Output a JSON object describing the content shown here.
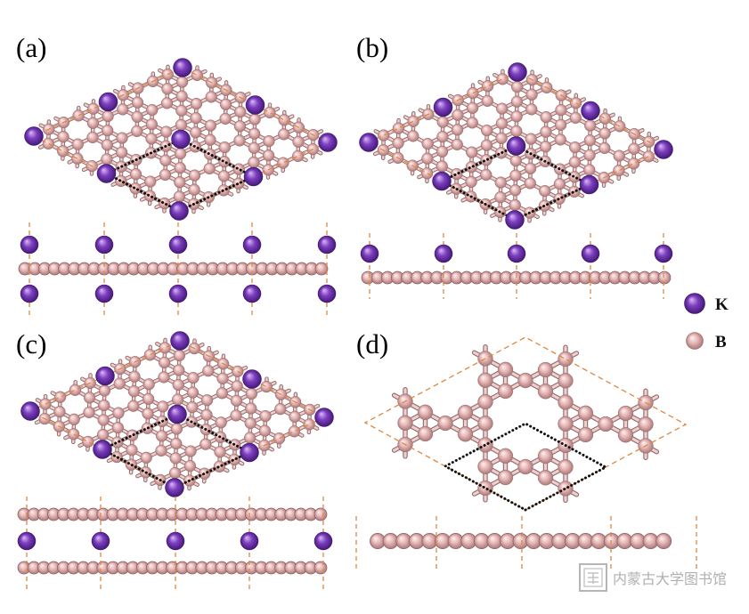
{
  "figure": {
    "panels": [
      {
        "label": "(a)"
      },
      {
        "label": "(b)"
      },
      {
        "label": "(c)"
      },
      {
        "label": "(d)"
      }
    ],
    "legend": [
      {
        "symbol": "K",
        "color": "#7d3fc0",
        "icon": "potassium-atom-icon"
      },
      {
        "symbol": "B",
        "color": "#e6b6b6",
        "icon": "boron-atom-icon"
      }
    ],
    "colors": {
      "cell_outline": "#e0873f",
      "primitive_cell_outline": "#111111",
      "bond_outer": "#8f6b6b",
      "bond_inner": "#f1cfcf"
    }
  },
  "watermark": {
    "text": "内蒙古大学图书馆",
    "icon": "library-seal-icon"
  }
}
